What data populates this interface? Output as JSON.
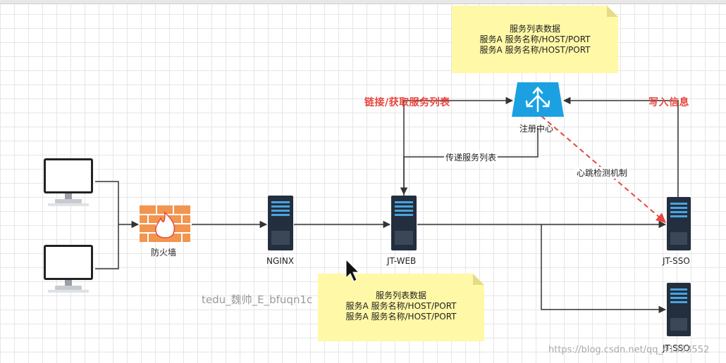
{
  "notes": {
    "top": {
      "lines": [
        "服务列表数据",
        "服务A 服务名称/HOST/PORT",
        "服务A 服务名称/HOST/PORT"
      ]
    },
    "bottom": {
      "lines": [
        "服务列表数据",
        "服务A 服务名称/HOST/PORT",
        "服务A 服务名称/HOST/PORT"
      ]
    }
  },
  "nodes": {
    "firewall": "防火墙",
    "nginx": "NGINX",
    "jt_web": "JT-WEB",
    "registry": "注册中心",
    "sso_1": "JT-SSO",
    "sso_2": "JT-SSO"
  },
  "edges": {
    "link_fetch": "链接/获取服务列表",
    "write_info": "写入信息",
    "pass_list": "传递服务列表",
    "heartbeat": "心跳检测机制"
  },
  "watermarks": {
    "author": "tedu_魏帅_E_bfuqn1c",
    "url": "https://blog.csdn.net/qq_41553552"
  },
  "colors": {
    "note_bg": "#fff8a6",
    "registry_blue": "#1ba1e2",
    "firewall_orange": "#f2954f",
    "server_dark": "#232f3e",
    "heartbeat_red": "#e8473f"
  }
}
